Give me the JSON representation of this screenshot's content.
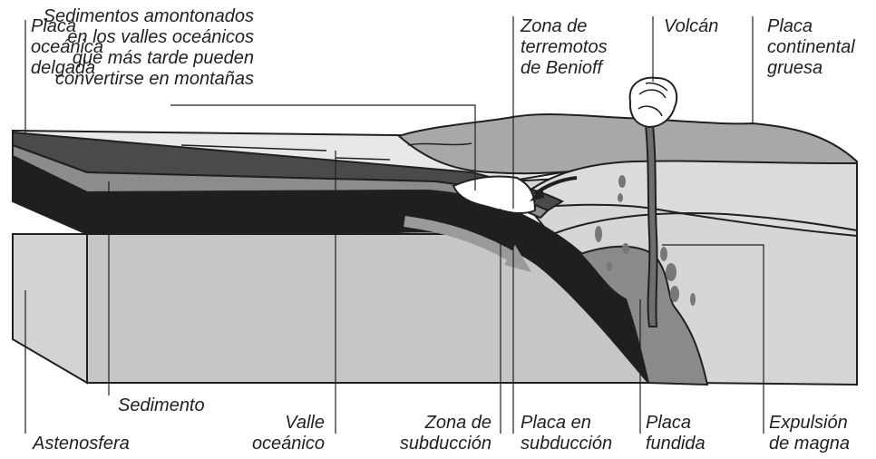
{
  "labels": {
    "thin_oceanic_plate": [
      "Placa",
      "oceánica",
      "delgada"
    ],
    "piled_sediments": [
      "Sedimentos amontonados",
      "en los valles oceánicos",
      "que más tarde pueden",
      "convertirse en montañas"
    ],
    "benioff_zone": [
      "Zona de",
      "terremotos",
      "de Benioff"
    ],
    "volcano": [
      "Volcán"
    ],
    "thick_continental_plate": [
      "Placa",
      "continental",
      "gruesa"
    ],
    "sediment": [
      "Sedimento"
    ],
    "asthenosphere": [
      "Astenosfera"
    ],
    "ocean_valley": [
      "Valle",
      "oceánico"
    ],
    "subduction_zone": [
      "Zona de",
      "subducción"
    ],
    "subducting_plate": [
      "Placa en",
      "subducción"
    ],
    "melted_plate": [
      "Placa",
      "fundida"
    ],
    "magma_ejection": [
      "Expulsión",
      "de magna"
    ]
  },
  "colors": {
    "outline": "#231f20",
    "oceanic_plate": "#1f1f1f",
    "oceanic_plate_top": "#555555",
    "sediment": "#8c8c8c",
    "block_side": "#d0d0d0",
    "block_top": "#e9e9e9",
    "continental": "#c9c9c9",
    "continental_top": "#9d9d9d",
    "magma": "#6e6e6e",
    "white": "#ffffff"
  }
}
